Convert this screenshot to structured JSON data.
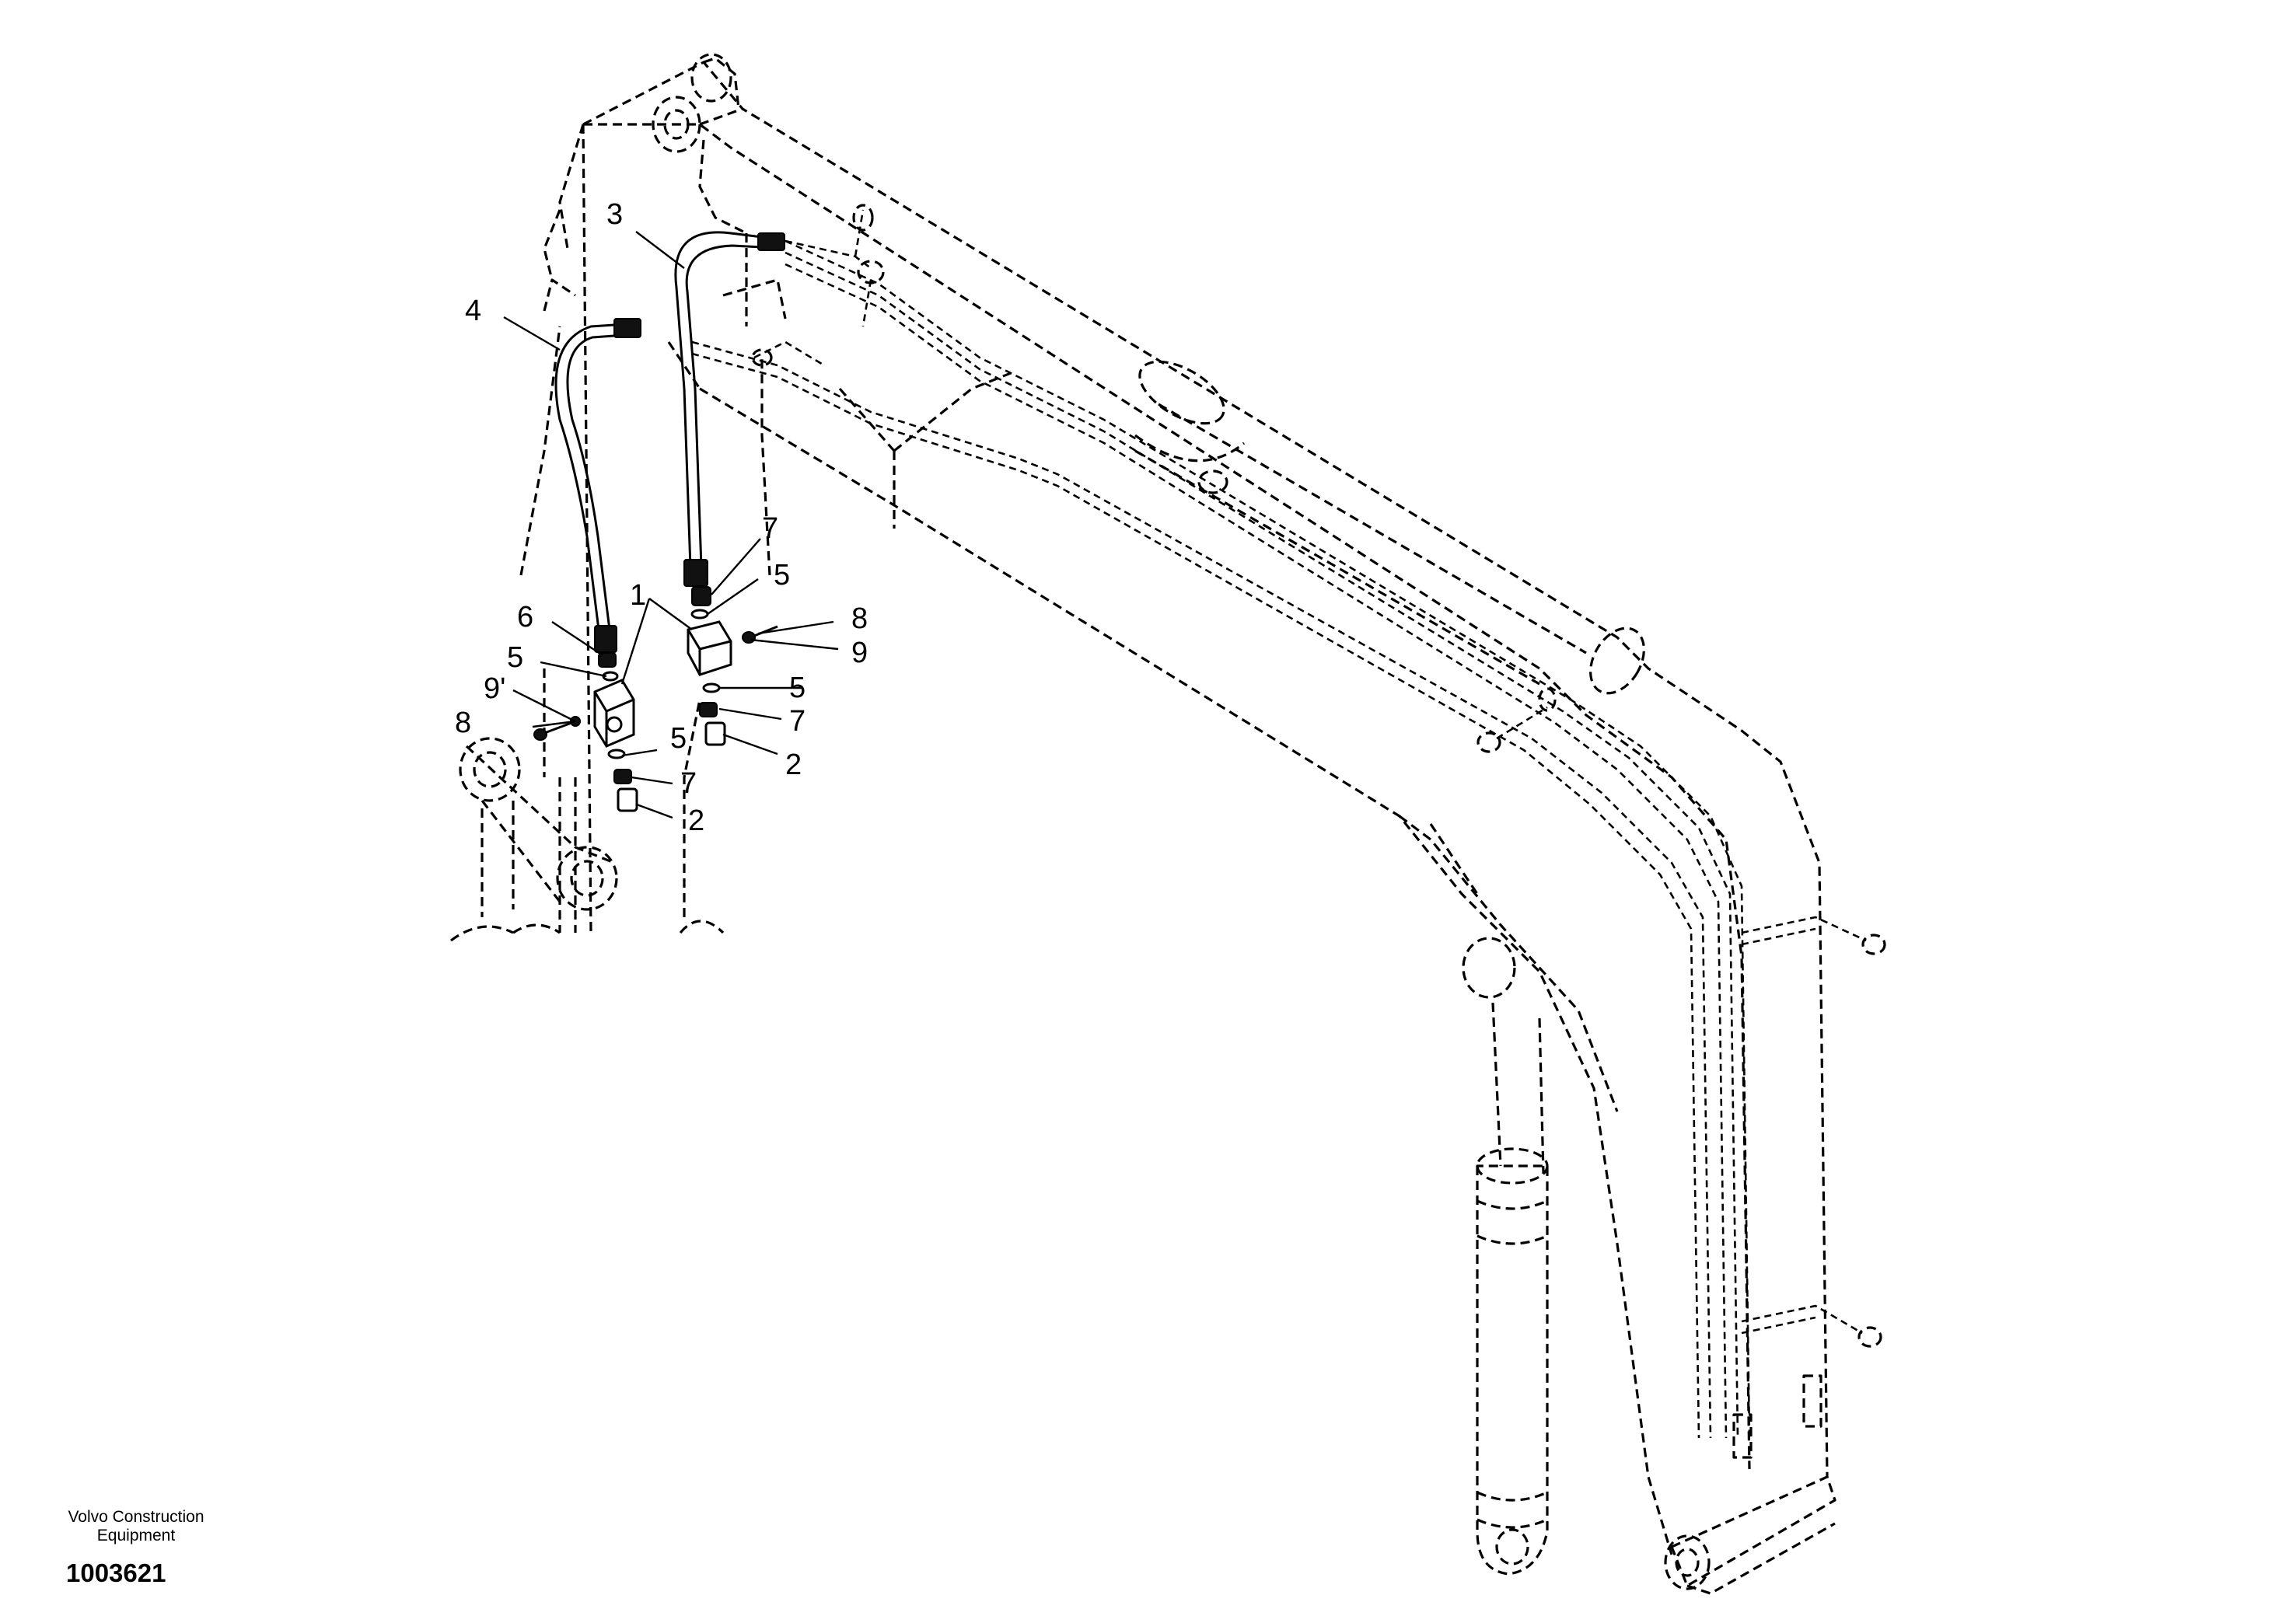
{
  "diagram": {
    "callouts": {
      "c1": "1",
      "c2a": "2",
      "c2b": "2",
      "c3": "3",
      "c4": "4",
      "c5a": "5",
      "c5b": "5",
      "c5c": "5",
      "c5d": "5",
      "c6": "6",
      "c7a": "7",
      "c7b": "7",
      "c7c": "7",
      "c8a": "8",
      "c8b": "8",
      "c9a": "9",
      "c9b": "9'"
    }
  },
  "footer": {
    "manufacturer": "Volvo Construction Equipment",
    "document_number": "1003621"
  }
}
